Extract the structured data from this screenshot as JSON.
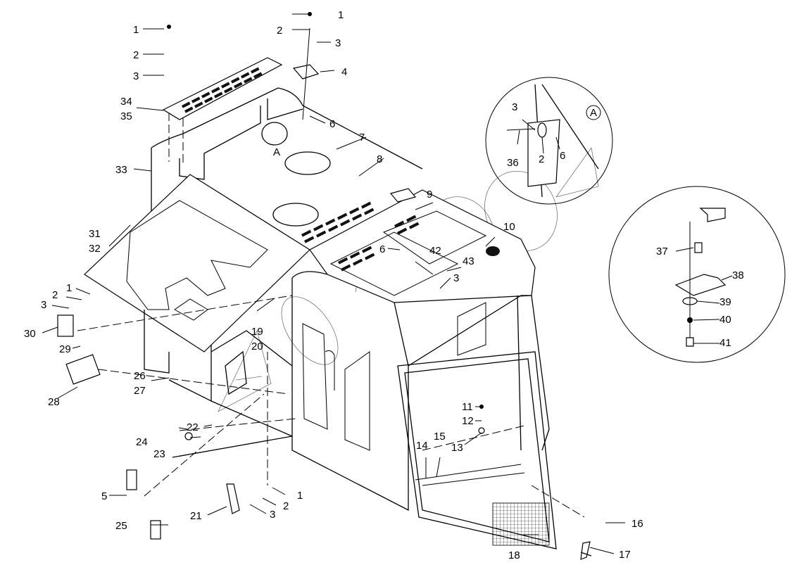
{
  "diagram": {
    "labels": [
      {
        "id": "l1a",
        "text": "1"
      },
      {
        "id": "l2a",
        "text": "2"
      },
      {
        "id": "l3a",
        "text": "3"
      },
      {
        "id": "l34",
        "text": "34"
      },
      {
        "id": "l35",
        "text": "35"
      },
      {
        "id": "l33",
        "text": "33"
      },
      {
        "id": "l31",
        "text": "31"
      },
      {
        "id": "l32",
        "text": "32"
      },
      {
        "id": "l1b",
        "text": "1"
      },
      {
        "id": "l2b",
        "text": "2"
      },
      {
        "id": "l3b",
        "text": "3"
      },
      {
        "id": "l30",
        "text": "30"
      },
      {
        "id": "l29",
        "text": "29"
      },
      {
        "id": "l28",
        "text": "28"
      },
      {
        "id": "l26",
        "text": "26"
      },
      {
        "id": "l27",
        "text": "27"
      },
      {
        "id": "l19",
        "text": "19"
      },
      {
        "id": "l20",
        "text": "20"
      },
      {
        "id": "l24",
        "text": "24"
      },
      {
        "id": "l22",
        "text": "22"
      },
      {
        "id": "l23",
        "text": "23"
      },
      {
        "id": "l5",
        "text": "5"
      },
      {
        "id": "l25",
        "text": "25"
      },
      {
        "id": "l21",
        "text": "21"
      },
      {
        "id": "l1c",
        "text": "1"
      },
      {
        "id": "l2c",
        "text": "2"
      },
      {
        "id": "l3c",
        "text": "3"
      },
      {
        "id": "l1d",
        "text": "1"
      },
      {
        "id": "l2d",
        "text": "2"
      },
      {
        "id": "l3d",
        "text": "3"
      },
      {
        "id": "l4",
        "text": "4"
      },
      {
        "id": "l6a",
        "text": "6"
      },
      {
        "id": "l7",
        "text": "7"
      },
      {
        "id": "l8",
        "text": "8"
      },
      {
        "id": "lAa",
        "text": "A"
      },
      {
        "id": "l9",
        "text": "9"
      },
      {
        "id": "l10",
        "text": "10"
      },
      {
        "id": "l6b",
        "text": "6"
      },
      {
        "id": "l42",
        "text": "42"
      },
      {
        "id": "l43",
        "text": "43"
      },
      {
        "id": "l3e",
        "text": "3"
      },
      {
        "id": "l11",
        "text": "11"
      },
      {
        "id": "l12",
        "text": "12"
      },
      {
        "id": "l13",
        "text": "13"
      },
      {
        "id": "l14",
        "text": "14"
      },
      {
        "id": "l15",
        "text": "15"
      },
      {
        "id": "l16",
        "text": "16"
      },
      {
        "id": "l17",
        "text": "17"
      },
      {
        "id": "l18",
        "text": "18"
      },
      {
        "id": "l3f",
        "text": "3"
      },
      {
        "id": "lAb",
        "text": "A"
      },
      {
        "id": "l36",
        "text": "36"
      },
      {
        "id": "l2f",
        "text": "2"
      },
      {
        "id": "l6c",
        "text": "6"
      },
      {
        "id": "l37",
        "text": "37"
      },
      {
        "id": "l38",
        "text": "38"
      },
      {
        "id": "l39",
        "text": "39"
      },
      {
        "id": "l40",
        "text": "40"
      },
      {
        "id": "l41",
        "text": "41"
      }
    ]
  }
}
